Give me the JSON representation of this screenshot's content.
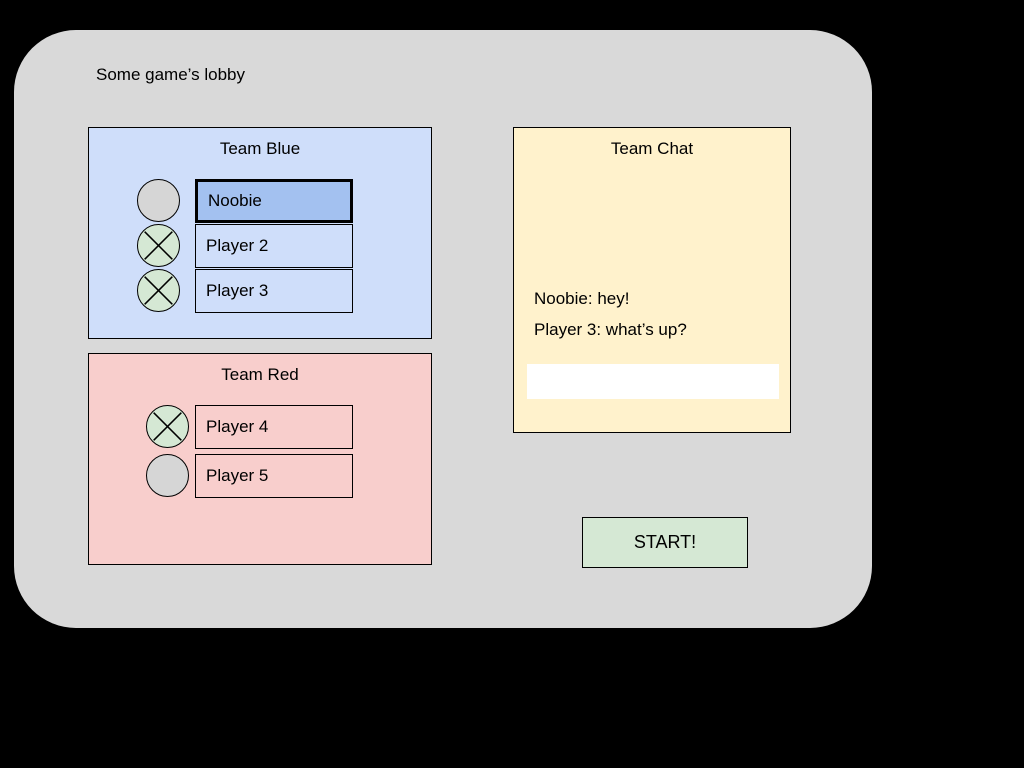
{
  "window": {
    "title": "Some game’s lobby",
    "background_color": "#d9d9d9",
    "page_background_color": "#000000"
  },
  "teams": [
    {
      "name": "team-blue",
      "title": "Team Blue",
      "fill_color": "#cfdefa",
      "players": [
        {
          "name": "Noobie",
          "status": "waiting",
          "status_icon": "circle-gray-icon",
          "selected": true
        },
        {
          "name": "Player 2",
          "status": "ready",
          "status_icon": "circle-green-cross-icon",
          "selected": false
        },
        {
          "name": "Player 3",
          "status": "ready",
          "status_icon": "circle-green-cross-icon",
          "selected": false
        }
      ]
    },
    {
      "name": "team-red",
      "title": "Team Red",
      "fill_color": "#f8cecc",
      "players": [
        {
          "name": "Player 4",
          "status": "ready",
          "status_icon": "circle-green-cross-icon",
          "selected": false
        },
        {
          "name": "Player 5",
          "status": "waiting",
          "status_icon": "circle-gray-icon",
          "selected": false
        }
      ]
    }
  ],
  "chat": {
    "title": "Team Chat",
    "fill_color": "#fff2cc",
    "messages": [
      "Noobie: hey!",
      "Player 3: what’s up?"
    ],
    "input": {
      "value": "",
      "placeholder": "",
      "background_color": "#ffffff"
    }
  },
  "start_button": {
    "label": "START!",
    "fill_color": "#d5e8d4"
  }
}
